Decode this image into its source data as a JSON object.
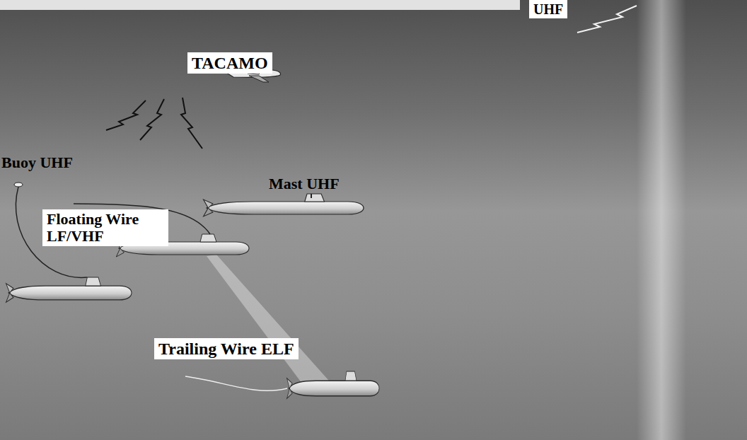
{
  "diagram": {
    "nodes": [
      {
        "text": [
          "UHF"
        ]
      },
      {
        "text": [
          "TACAMO"
        ]
      },
      {
        "text": [
          "Floating Wire LF/VHF"
        ]
      },
      {
        "text": [
          "Trailing Wire ELF"
        ]
      }
    ],
    "labels": [
      "Buoy UHF",
      "Mast UHF"
    ]
  }
}
